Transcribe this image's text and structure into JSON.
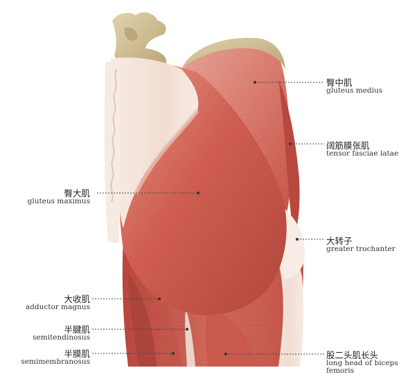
{
  "labels": [
    {
      "key": "gluteus_medius",
      "zh": "臀中肌",
      "en": "gluteus medius"
    },
    {
      "key": "tensor_fasciae_latae",
      "zh": "阔筋膜张肌",
      "en": "tensor fasciae latae"
    },
    {
      "key": "gluteus_maximus",
      "zh": "臀大肌",
      "en": "gluteus maximus"
    },
    {
      "key": "greater_trochanter",
      "zh": "大转子",
      "en": "greater trochanter"
    },
    {
      "key": "adductor_magnus",
      "zh": "大收肌",
      "en": "adductor magnus"
    },
    {
      "key": "semitendinosus",
      "zh": "半腱肌",
      "en": "semitendinosus"
    },
    {
      "key": "semimembranosus",
      "zh": "半膜肌",
      "en": "semimembranosus"
    },
    {
      "key": "biceps_long_head",
      "zh": "股二头肌长头",
      "en": "long head of biceps femoris"
    }
  ],
  "colors": {
    "muscle": "#c9564a",
    "muscle_dark": "#a63c33",
    "muscle_light": "#e08676",
    "tendon": "#f4e6dc",
    "bone": "#cbb98e"
  }
}
